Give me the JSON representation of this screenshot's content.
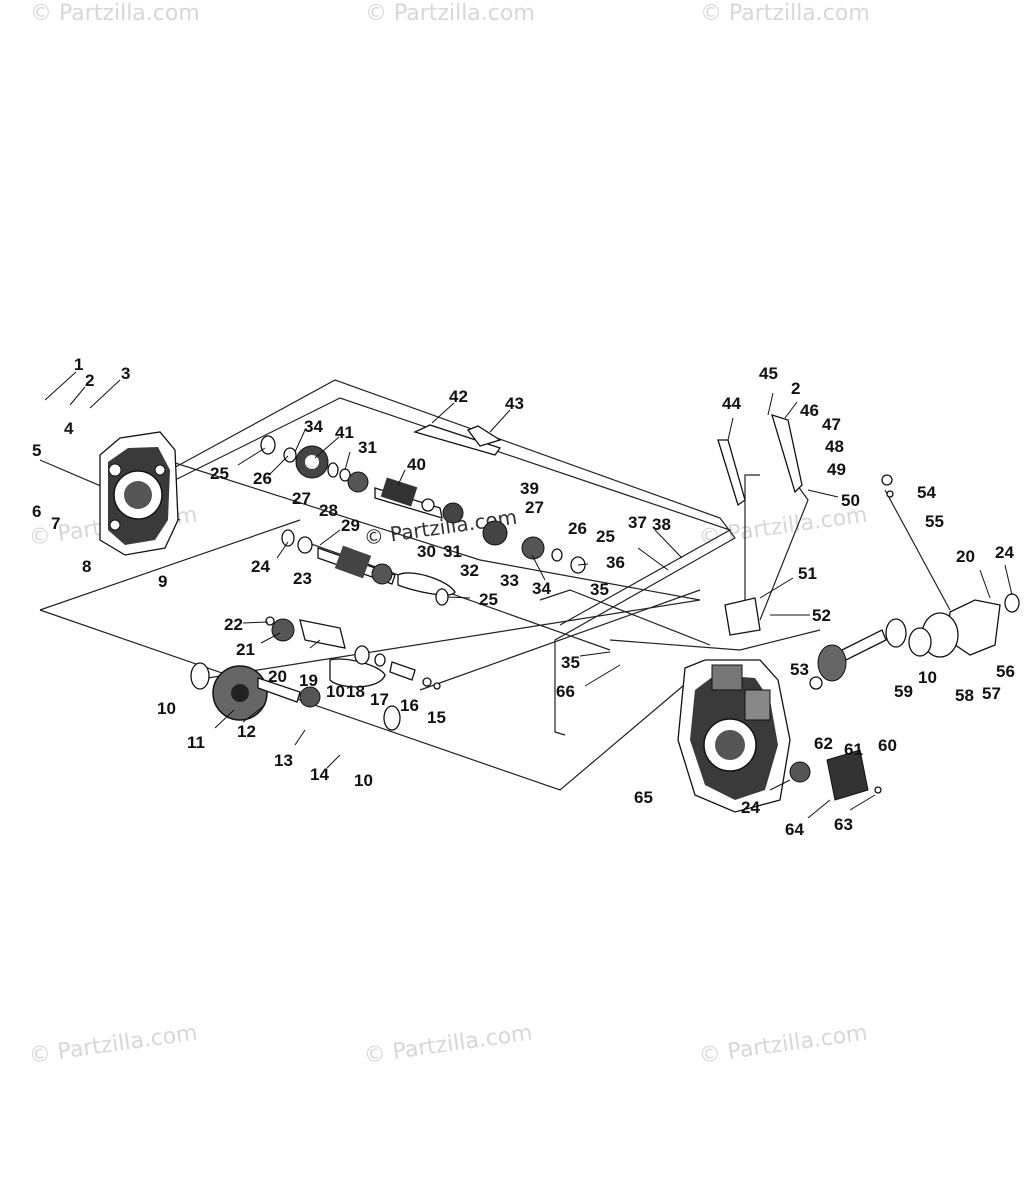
{
  "watermark": "© Partzilla.com",
  "center_watermark": "© Partzilla.com",
  "colors": {
    "ink": "#111111",
    "watermark": "#d7d7d7",
    "background": "#ffffff"
  },
  "callouts": [
    "1",
    "2",
    "3",
    "4",
    "5",
    "6",
    "7",
    "8",
    "9",
    "25",
    "26",
    "34",
    "27",
    "41",
    "31",
    "28",
    "40",
    "42",
    "43",
    "24",
    "29",
    "23",
    "30",
    "31",
    "39",
    "27",
    "26",
    "25",
    "33",
    "34",
    "32",
    "25",
    "37",
    "38",
    "36",
    "35",
    "22",
    "21",
    "20",
    "19",
    "10",
    "18",
    "17",
    "16",
    "15",
    "10",
    "11",
    "12",
    "13",
    "14",
    "10",
    "44",
    "45",
    "2",
    "46",
    "47",
    "48",
    "49",
    "50",
    "54",
    "55",
    "20",
    "24",
    "51",
    "52",
    "53",
    "35",
    "66",
    "56",
    "57",
    "58",
    "10",
    "59",
    "60",
    "61",
    "62",
    "65",
    "24",
    "64",
    "63"
  ]
}
